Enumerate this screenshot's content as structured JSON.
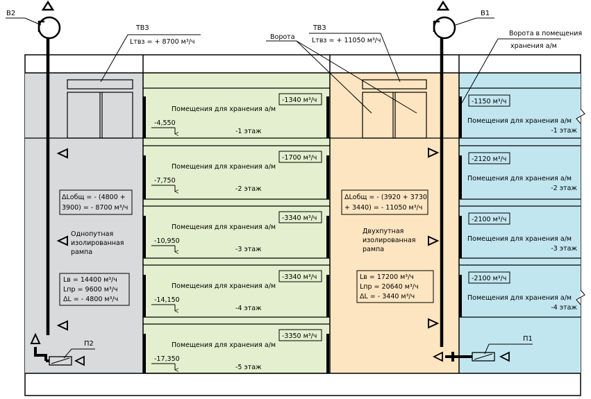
{
  "colors": {
    "gray": "#d9dadc",
    "green": "#e3efce",
    "orange": "#fde5c1",
    "blue": "#c2e6f0",
    "line": "#000000"
  },
  "units": "м³/ч",
  "fans": {
    "b2": "В2",
    "b1": "В1",
    "p2": "П2",
    "p1": "П1"
  },
  "tvz_left": {
    "title": "ТВЗ",
    "flow": "Lтвз = + 8700 м³/ч"
  },
  "tvz_right": {
    "title": "ТВЗ",
    "flow": "Lтвз = + 11050 м³/ч"
  },
  "labels": {
    "gates": "Ворота",
    "gates_storage_1": "Ворота в помещения",
    "gates_storage_2": "хранения а/м"
  },
  "left_ramp": {
    "balance_1": "ΔLобщ = - (4800 +",
    "balance_2": "3900) = - 8700 м³/ч",
    "name_1": "Однопутная",
    "name_2": "изолированная",
    "name_3": "рампа",
    "lv": "Lв = 14400 м³/ч",
    "lpr": "Lпр = 9600 м³/ч",
    "dl": "ΔL = - 4800 м³/ч"
  },
  "right_ramp": {
    "balance_1": "ΔLобщ = - (3920 + 3730",
    "balance_2": "+ 3440) = - 11050 м³/ч",
    "name_1": "Двухпутная",
    "name_2": "изолированная",
    "name_3": "рампа",
    "lv": "Lв = 17200 м³/ч",
    "lpr": "Lпр = 20640 м³/ч",
    "dl": "ΔL = - 3440 м³/ч"
  },
  "green_floors": [
    {
      "room": "Помещения для хранения а/м",
      "flow": "-1340",
      "level": "-4,550",
      "floor": "-1 этаж"
    },
    {
      "room": "Помещения для хранения а/м",
      "flow": "-1700",
      "level": "-7,750",
      "floor": "-2 этаж"
    },
    {
      "room": "Помещения для хранения а/м",
      "flow": "-3340",
      "level": "-10,950",
      "floor": "-3 этаж"
    },
    {
      "room": "Помещения для хранения а/м",
      "flow": "-3340",
      "level": "-14,150",
      "floor": "-4 этаж"
    },
    {
      "room": "Помещения для хранения а/м",
      "flow": "-3350",
      "level": "-17,350",
      "floor": "-5 этаж"
    }
  ],
  "blue_floors": [
    {
      "room": "Помещения для хранения а/м",
      "flow": "-1150",
      "floor": "-1 этаж"
    },
    {
      "room": "Помещения для хранения а/м",
      "flow": "-2120",
      "floor": "-2 этаж"
    },
    {
      "room": "Помещения для хранения а/м",
      "flow": "-2100",
      "floor": "-3 этаж"
    },
    {
      "room": "Помещения для хранения а/м",
      "flow": "-2100",
      "floor": "-4 этаж"
    }
  ]
}
